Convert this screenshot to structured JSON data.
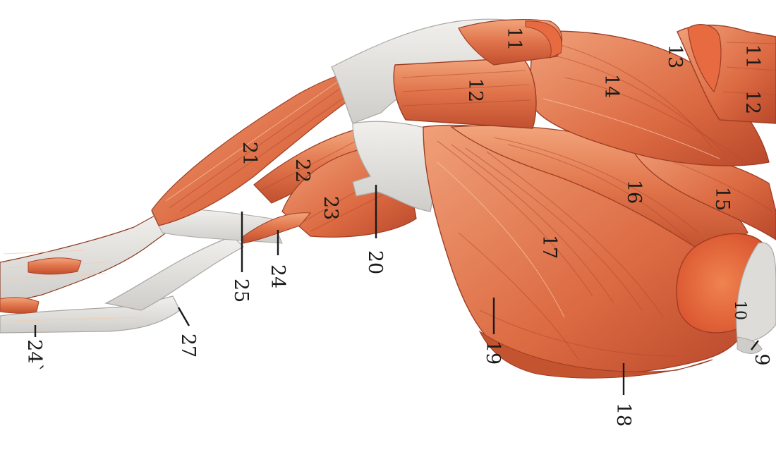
{
  "labels": {
    "l9": "9",
    "l10": "10",
    "l11a": "11",
    "l11b": "11",
    "l12a": "12",
    "l12b": "12",
    "l13": "13",
    "l14": "14",
    "l15": "15",
    "l16": "16",
    "l17": "17",
    "l18": "18",
    "l19": "19",
    "l20": "20",
    "l21": "21",
    "l22": "22",
    "l23": "23",
    "l24": "24",
    "l24p": "24`",
    "l25": "25",
    "l27": "27"
  },
  "colors": {
    "muscle": "#e0734a",
    "muscle_dark": "#b8472a",
    "muscle_light": "#f2a57c",
    "tendon": "#e3e2de",
    "tendon_shadow": "#b9b8b4",
    "cut_surface": "#e86a40",
    "background": "#ffffff"
  }
}
